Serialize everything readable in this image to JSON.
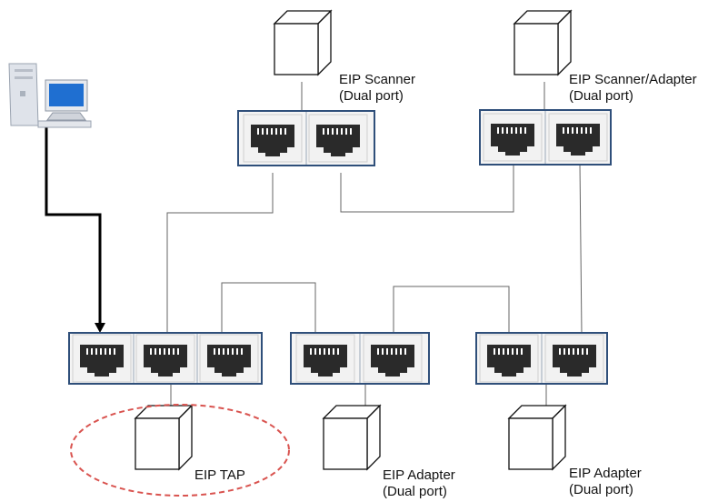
{
  "labels": {
    "scanner": "EIP Scanner\n(Dual port)",
    "scanner_adapter": "EIP Scanner/Adapter\n(Dual port)",
    "tap": "EIP TAP",
    "adapter_1": "EIP Adapter\n(Dual port)",
    "adapter_2": "EIP Adapter\n(Dual port)"
  },
  "icons": {
    "workstation": "computer-icon",
    "device": "device-box-icon",
    "port": "rj45-port-icon"
  },
  "colors": {
    "switch_border": "#2f4f7a",
    "tap_highlight": "#d9534f",
    "jack": "#2a2a2a",
    "wire": "#666666"
  }
}
